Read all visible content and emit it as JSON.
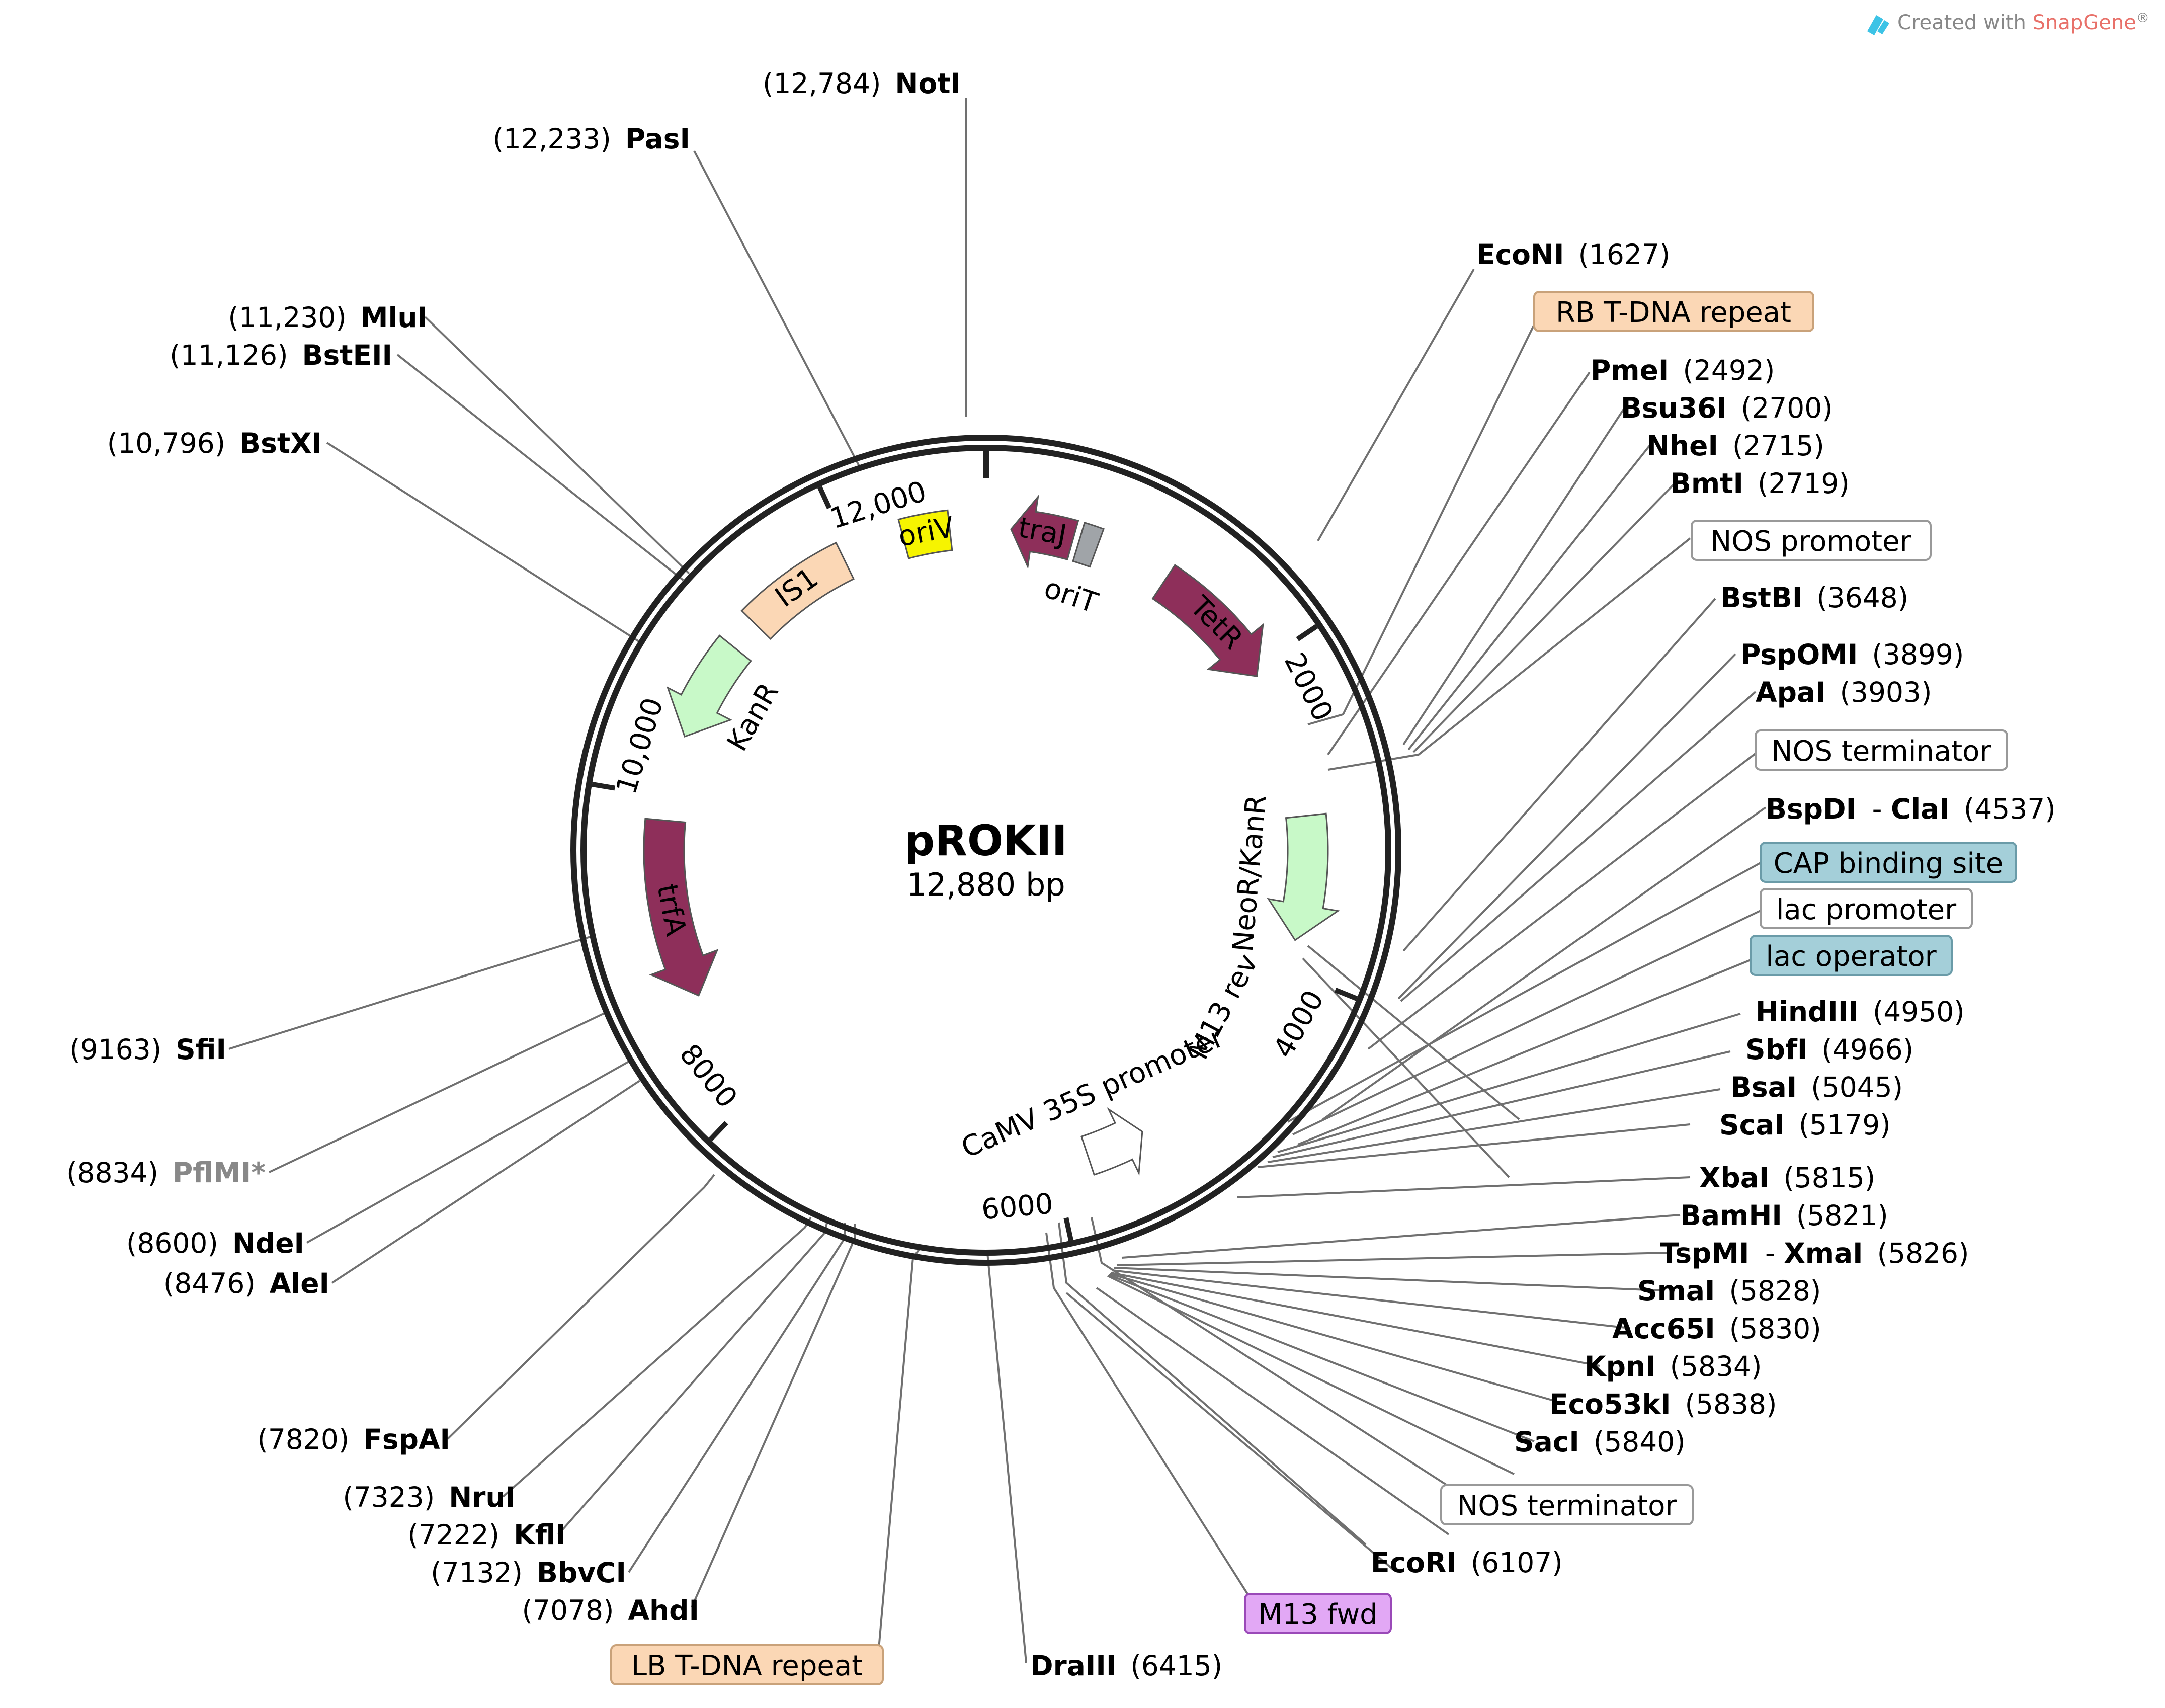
{
  "credit": {
    "prefix": "Created with ",
    "brand": "SnapGene",
    "suffix": "®"
  },
  "plasmid": {
    "name": "pROKII",
    "size_label": "12,880 bp",
    "length": 12880
  },
  "colors": {
    "maroon": "#8E2F5A",
    "yellow": "#F6F400",
    "peach": "#FBD7B5",
    "lightgreen": "#C8F9C8",
    "gray": "#A0A4A8",
    "cap": "#A4CFD9",
    "m13fwd": "#E2A8F5",
    "backbone": "#222222"
  },
  "ticks": [
    {
      "pos": 2000,
      "label": "2000"
    },
    {
      "pos": 4000,
      "label": "4000"
    },
    {
      "pos": 6000,
      "label": "6000"
    },
    {
      "pos": 8000,
      "label": "8000"
    },
    {
      "pos": 10000,
      "label": "10,000"
    },
    {
      "pos": 12000,
      "label": "12,000"
    }
  ],
  "features": [
    {
      "name": "oriV",
      "kind": "origin",
      "start": 12350,
      "end": 12650,
      "direction": "none",
      "color": "#F6F400"
    },
    {
      "name": "traJ",
      "kind": "cds",
      "start": 160,
      "end": 560,
      "direction": "reverse",
      "color": "#8E2F5A"
    },
    {
      "name": "oriT",
      "kind": "origin",
      "start": 600,
      "end": 720,
      "direction": "none",
      "color": "#A0A4A8"
    },
    {
      "name": "TetR",
      "kind": "cds",
      "start": 1200,
      "end": 2050,
      "direction": "forward",
      "color": "#8E2F5A"
    },
    {
      "name": "NeoR/KanR",
      "kind": "cds",
      "start": 3000,
      "end": 3800,
      "direction": "forward",
      "color": "#C8F9C8"
    },
    {
      "name": "CaMV 35S promoter",
      "kind": "promoter",
      "start": 5400,
      "end": 5780,
      "direction": "reverse",
      "color": "#FFFFFF"
    },
    {
      "name": "trfA",
      "kind": "cds",
      "start": 8700,
      "end": 9850,
      "direction": "reverse",
      "color": "#8E2F5A"
    },
    {
      "name": "KanR",
      "kind": "cds",
      "start": 10400,
      "end": 11050,
      "direction": "reverse",
      "color": "#C8F9C8"
    },
    {
      "name": "IS1",
      "kind": "misc",
      "start": 11250,
      "end": 11950,
      "direction": "none",
      "color": "#FBD7B5"
    }
  ],
  "boxed_features": [
    {
      "name": "RB T-DNA repeat",
      "fill": "#FBD7B5",
      "stroke": "#C9A27A"
    },
    {
      "name": "NOS promoter",
      "fill": "#FFFFFF",
      "stroke": "#999999"
    },
    {
      "name": "NOS terminator",
      "fill": "#FFFFFF",
      "stroke": "#999999"
    },
    {
      "name": "CAP binding site",
      "fill": "#A4CFD9",
      "stroke": "#6A9BA8"
    },
    {
      "name": "lac promoter",
      "fill": "#FFFFFF",
      "stroke": "#999999"
    },
    {
      "name": "lac operator",
      "fill": "#A4CFD9",
      "stroke": "#6A9BA8"
    },
    {
      "name": "NOS terminator",
      "fill": "#FFFFFF",
      "stroke": "#999999"
    },
    {
      "name": "M13 fwd",
      "fill": "#E2A8F5",
      "stroke": "#9A49B8"
    },
    {
      "name": "LB T-DNA repeat",
      "fill": "#FBD7B5",
      "stroke": "#C9A27A"
    }
  ],
  "small_feature_labels": [
    {
      "name": "M13 rev"
    }
  ],
  "sites_right": [
    {
      "enzyme": "EcoNI",
      "pos": "(1627)"
    },
    {
      "enzyme": "PmeI",
      "pos": "(2492)"
    },
    {
      "enzyme": "Bsu36I",
      "pos": "(2700)"
    },
    {
      "enzyme": "NheI",
      "pos": "(2715)"
    },
    {
      "enzyme": "BmtI",
      "pos": "(2719)"
    },
    {
      "enzyme": "BstBI",
      "pos": "(3648)"
    },
    {
      "enzyme": "PspOMI",
      "pos": "(3899)"
    },
    {
      "enzyme": "ApaI",
      "pos": "(3903)"
    },
    {
      "enzyme": "BspDI",
      "enzyme2": "ClaI",
      "pos": "(4537)"
    },
    {
      "enzyme": "HindIII",
      "pos": "(4950)"
    },
    {
      "enzyme": "SbfI",
      "pos": "(4966)"
    },
    {
      "enzyme": "BsaI",
      "pos": "(5045)"
    },
    {
      "enzyme": "ScaI",
      "pos": "(5179)"
    },
    {
      "enzyme": "XbaI",
      "pos": "(5815)"
    },
    {
      "enzyme": "BamHI",
      "pos": "(5821)"
    },
    {
      "enzyme": "TspMI",
      "enzyme2": "XmaI",
      "pos": "(5826)"
    },
    {
      "enzyme": "SmaI",
      "pos": "(5828)"
    },
    {
      "enzyme": "Acc65I",
      "pos": "(5830)"
    },
    {
      "enzyme": "KpnI",
      "pos": "(5834)"
    },
    {
      "enzyme": "Eco53kI",
      "pos": "(5838)"
    },
    {
      "enzyme": "SacI",
      "pos": "(5840)"
    },
    {
      "enzyme": "EcoRI",
      "pos": "(6107)"
    },
    {
      "enzyme": "DraIII",
      "pos": "(6415)"
    }
  ],
  "sites_left": [
    {
      "enzyme": "NotI",
      "pos": "(12,784)"
    },
    {
      "enzyme": "PasI",
      "pos": "(12,233)"
    },
    {
      "enzyme": "MluI",
      "pos": "(11,230)"
    },
    {
      "enzyme": "BstEII",
      "pos": "(11,126)"
    },
    {
      "enzyme": "BstXI",
      "pos": "(10,796)"
    },
    {
      "enzyme": "SfiI",
      "pos": "(9163)"
    },
    {
      "enzyme": "PflMI*",
      "pos": "(8834)",
      "dimmed": true
    },
    {
      "enzyme": "NdeI",
      "pos": "(8600)"
    },
    {
      "enzyme": "AleI",
      "pos": "(8476)"
    },
    {
      "enzyme": "FspAI",
      "pos": "(7820)"
    },
    {
      "enzyme": "NruI",
      "pos": "(7323)"
    },
    {
      "enzyme": "KflI",
      "pos": "(7222)"
    },
    {
      "enzyme": "BbvCI",
      "pos": "(7132)"
    },
    {
      "enzyme": "AhdI",
      "pos": "(7078)"
    }
  ]
}
